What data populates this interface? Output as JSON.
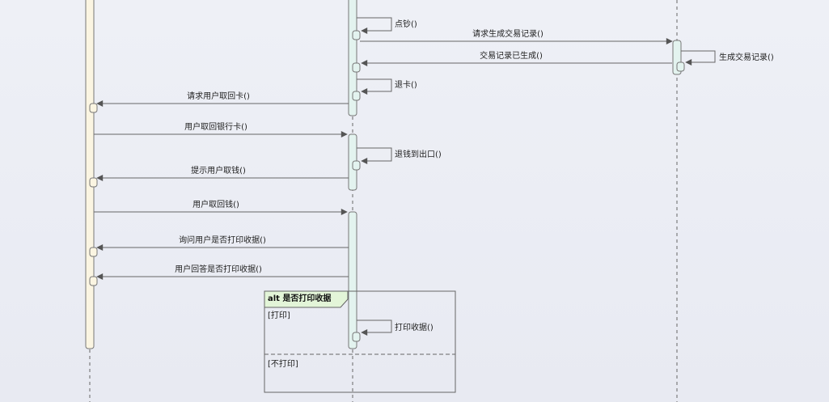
{
  "messages": [
    {
      "id": "m1",
      "label": "点钞()",
      "kind": "self"
    },
    {
      "id": "m2",
      "label": "请求生成交易记录()",
      "kind": "call"
    },
    {
      "id": "m3",
      "label": "生成交易记录()",
      "kind": "self"
    },
    {
      "id": "m4",
      "label": "交易记录已生成()",
      "kind": "return"
    },
    {
      "id": "m5",
      "label": "退卡()",
      "kind": "self"
    },
    {
      "id": "m6",
      "label": "请求用户取回卡()",
      "kind": "call"
    },
    {
      "id": "m7",
      "label": "用户取回银行卡()",
      "kind": "call"
    },
    {
      "id": "m8",
      "label": "退钱到出口()",
      "kind": "self"
    },
    {
      "id": "m9",
      "label": "提示用户取钱()",
      "kind": "call"
    },
    {
      "id": "m10",
      "label": "用户取回钱()",
      "kind": "call"
    },
    {
      "id": "m11",
      "label": "询问用户是否打印收据()",
      "kind": "call"
    },
    {
      "id": "m12",
      "label": "用户回答是否打印收据()",
      "kind": "call"
    },
    {
      "id": "m13",
      "label": "打印收据()",
      "kind": "self"
    }
  ],
  "alt_fragment": {
    "title": "alt 是否打印收据",
    "guards": [
      "[打印]",
      "[不打印]"
    ]
  },
  "colors": {
    "user_lifeline": "#fbf5e2",
    "atm_activation": "#e3f3ef",
    "bank_activation": "#e3f3ef",
    "alt_tab": "#e3f5d8",
    "line": "#666666"
  }
}
